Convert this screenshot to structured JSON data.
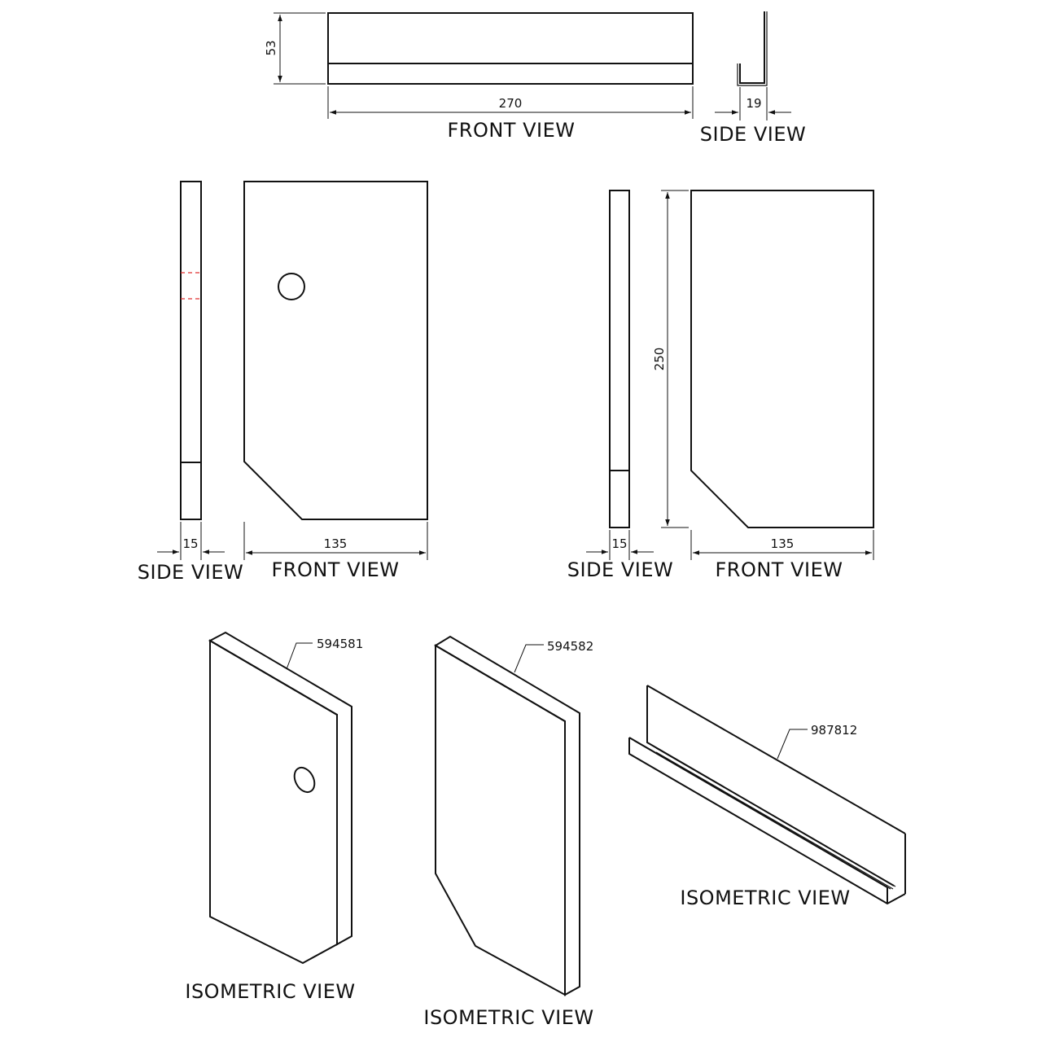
{
  "view_labels": {
    "front": "FRONT VIEW",
    "side": "SIDE VIEW",
    "isometric": "ISOMETRIC VIEW"
  },
  "dimensions": {
    "channel_height": "53",
    "channel_length": "270",
    "channel_depth": "19",
    "panel_thickness": "15",
    "panel_width": "135",
    "panel_height": "250"
  },
  "part_numbers": {
    "panel_with_hole": "594581",
    "panel_plain": "594582",
    "channel": "987812"
  },
  "colors": {
    "line": "#111111",
    "hidden_line": "#e03030",
    "background": "#ffffff"
  }
}
